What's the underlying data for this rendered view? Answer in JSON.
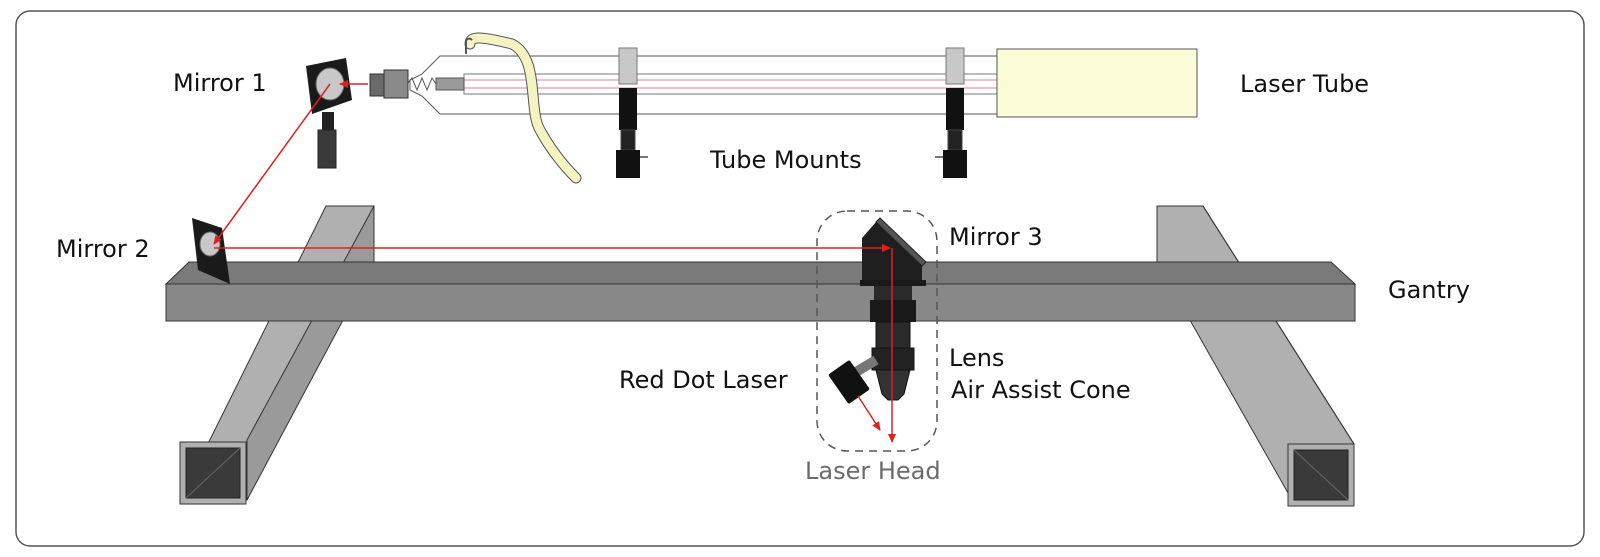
{
  "labels": {
    "mirror1": "Mirror 1",
    "mirror2": "Mirror 2",
    "mirror3": "Mirror 3",
    "laser_tube": "Laser Tube",
    "tube_mounts": "Tube Mounts",
    "gantry": "Gantry",
    "lens": "Lens",
    "air_assist_cone": "Air Assist Cone",
    "red_dot_laser": "Red Dot Laser",
    "laser_head": "Laser Head"
  },
  "colors": {
    "beam": "#e02020",
    "tube_body": "#fdfcd8",
    "gantry": "#808080",
    "legs": "#b0b0b0",
    "mount_dark": "#111111",
    "hose": "#f6f3c2",
    "muted_label": "#6b6b6b"
  }
}
